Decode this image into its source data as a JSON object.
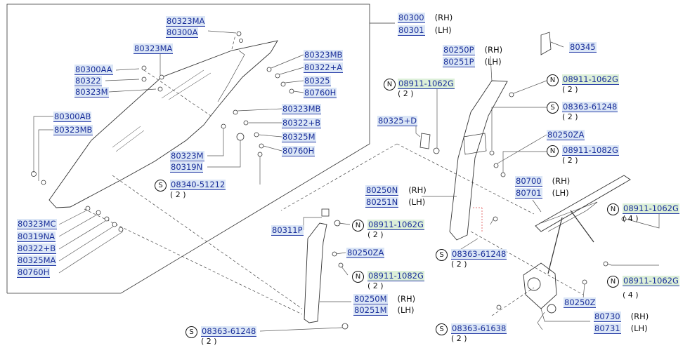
{
  "parts": [
    {
      "id": "p80323MA_top",
      "number": "80323MA"
    },
    {
      "id": "p80300A",
      "number": "80300A"
    },
    {
      "id": "p80323MA_2",
      "number": "80323MA"
    },
    {
      "id": "p80300AA",
      "number": "80300AA"
    },
    {
      "id": "p80322",
      "number": "80322"
    },
    {
      "id": "p80323M",
      "number": "80323M"
    },
    {
      "id": "p80300AB",
      "number": "80300AB"
    },
    {
      "id": "p80323MB_l",
      "number": "80323MB"
    },
    {
      "id": "p80323MB_r",
      "number": "80323MB"
    },
    {
      "id": "p80322A",
      "number": "80322+A"
    },
    {
      "id": "p80325",
      "number": "80325"
    },
    {
      "id": "p80760H_r",
      "number": "80760H"
    },
    {
      "id": "p80323MB_m",
      "number": "80323MB"
    },
    {
      "id": "p80322B_m",
      "number": "80322+B"
    },
    {
      "id": "p80325M",
      "number": "80325M"
    },
    {
      "id": "p80760H_m",
      "number": "80760H"
    },
    {
      "id": "p80323M_m",
      "number": "80323M"
    },
    {
      "id": "p80319N",
      "number": "80319N"
    },
    {
      "id": "p80323MC",
      "number": "80323MC"
    },
    {
      "id": "p80319NA",
      "number": "80319NA"
    },
    {
      "id": "p80322B_l",
      "number": "80322+B"
    },
    {
      "id": "p80325MA",
      "number": "80325MA"
    },
    {
      "id": "p80760H_l",
      "number": "80760H"
    },
    {
      "id": "p80300",
      "number": "80300",
      "suffix": "(RH)"
    },
    {
      "id": "p80301",
      "number": "80301",
      "suffix": "(LH)"
    },
    {
      "id": "p80250P",
      "number": "80250P",
      "suffix": "(RH)"
    },
    {
      "id": "p80251P",
      "number": "80251P",
      "suffix": "(LH)"
    },
    {
      "id": "p80345",
      "number": "80345"
    },
    {
      "id": "p80325D",
      "number": "80325+D"
    },
    {
      "id": "p80250ZA_r",
      "number": "80250ZA"
    },
    {
      "id": "p80700",
      "number": "80700",
      "suffix": "(RH)"
    },
    {
      "id": "p80701",
      "number": "80701",
      "suffix": "(LH)"
    },
    {
      "id": "p80250N",
      "number": "80250N",
      "suffix": "(RH)"
    },
    {
      "id": "p80251N",
      "number": "80251N",
      "suffix": "(LH)"
    },
    {
      "id": "p80311P",
      "number": "80311P"
    },
    {
      "id": "p80250ZA_m",
      "number": "80250ZA"
    },
    {
      "id": "p80250M",
      "number": "80250M",
      "suffix": "(RH)"
    },
    {
      "id": "p80251M",
      "number": "80251M",
      "suffix": "(LH)"
    },
    {
      "id": "p80250Z",
      "number": "80250Z"
    },
    {
      "id": "p80730",
      "number": "80730",
      "suffix": "(RH)"
    },
    {
      "id": "p80731",
      "number": "80731",
      "suffix": "(LH)"
    }
  ],
  "fasteners": [
    {
      "id": "f1",
      "symbol": "N",
      "number": "08911-1062G",
      "qty": "( 2 )"
    },
    {
      "id": "f2",
      "symbol": "N",
      "number": "08911-1062G",
      "qty": "( 2 )"
    },
    {
      "id": "f3",
      "symbol": "S",
      "number": "08363-61248",
      "qty": "( 2 )"
    },
    {
      "id": "f4",
      "symbol": "N",
      "number": "08911-1082G",
      "qty": "( 2 )"
    },
    {
      "id": "f5",
      "symbol": "N",
      "number": "08911-1062G",
      "qty": "( 4 )"
    },
    {
      "id": "f6",
      "symbol": "N",
      "number": "08911-1062G",
      "qty": "( 4 )"
    },
    {
      "id": "f7",
      "symbol": "S",
      "number": "08340-51212",
      "qty": "( 2 )"
    },
    {
      "id": "f8",
      "symbol": "N",
      "number": "08911-1062G",
      "qty": "( 2 )"
    },
    {
      "id": "f9",
      "symbol": "N",
      "number": "08911-1082G",
      "qty": "( 2 )"
    },
    {
      "id": "f10",
      "symbol": "S",
      "number": "08363-61248",
      "qty": "( 2 )"
    },
    {
      "id": "f11",
      "symbol": "S",
      "number": "08363-61638",
      "qty": "( 2 )"
    },
    {
      "id": "f12",
      "symbol": "S",
      "number": "08363-61248",
      "qty": "( 2 )"
    }
  ]
}
